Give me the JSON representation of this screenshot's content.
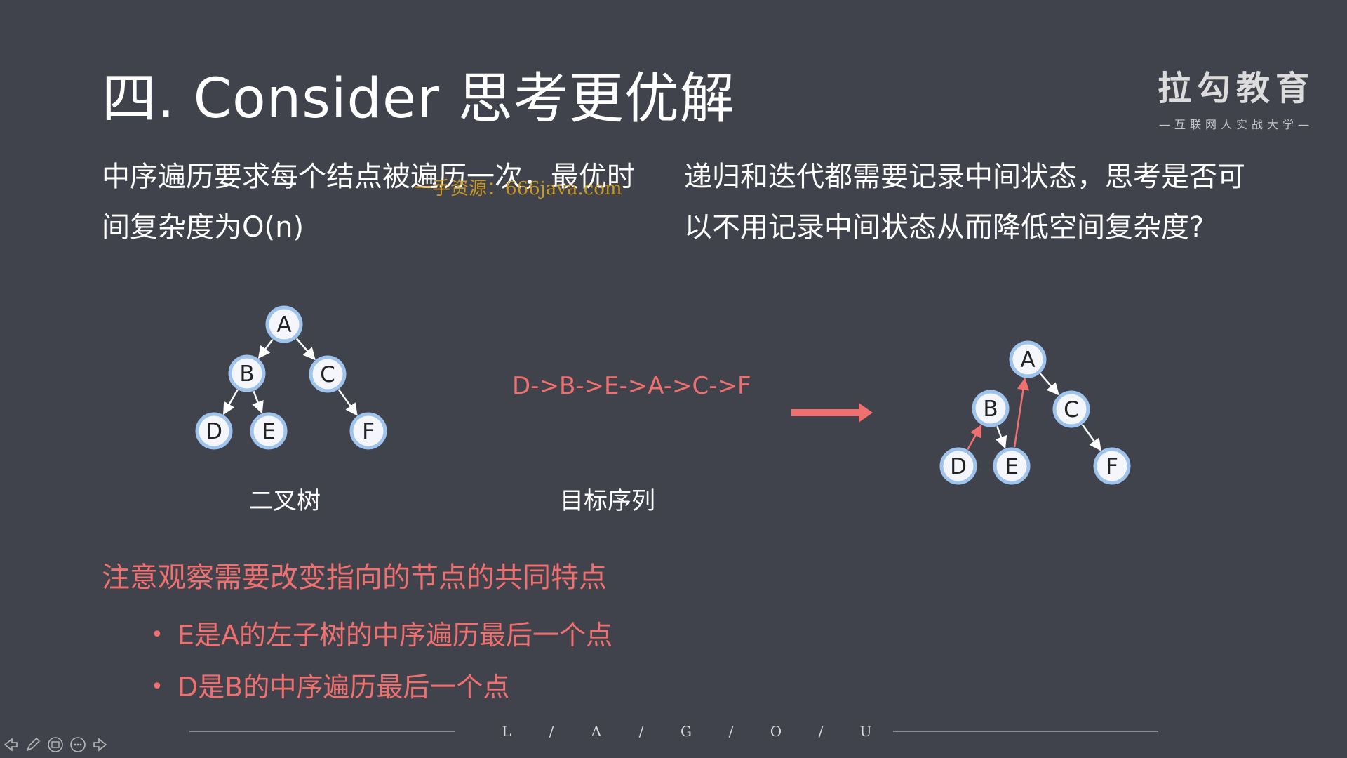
{
  "slide": {
    "title": "四. Consider 思考更优解"
  },
  "logo": {
    "main": "拉勾教育",
    "sub": "—互联网人实战大学—"
  },
  "paragraphs": {
    "left": "中序遍历要求每个结点被遍历一次，最优时间复杂度为O(n)",
    "right": "递归和迭代都需要记录中间状态，思考是否可以不用记录中间状态从而降低空间复杂度?"
  },
  "watermark": "一手资源：666java.com",
  "tree_left": {
    "nodes": [
      "A",
      "B",
      "C",
      "D",
      "E",
      "F"
    ],
    "edges": [
      [
        "A",
        "B"
      ],
      [
        "A",
        "C"
      ],
      [
        "B",
        "D"
      ],
      [
        "B",
        "E"
      ],
      [
        "C",
        "F"
      ]
    ],
    "caption": "二叉树"
  },
  "sequence": {
    "text": "D->B->E->A->C->F",
    "caption": "目标序列"
  },
  "tree_right": {
    "nodes": [
      "A",
      "B",
      "C",
      "D",
      "E",
      "F"
    ],
    "normal_edges": [
      [
        "A",
        "C"
      ],
      [
        "B",
        "E"
      ],
      [
        "C",
        "F"
      ]
    ],
    "changed_edges": [
      [
        "D",
        "B"
      ],
      [
        "E",
        "A"
      ]
    ]
  },
  "notes": {
    "title": "注意观察需要改变指向的节点的共同特点",
    "bullets": [
      "E是A的左子树的中序遍历最后一个点",
      "D是B的中序遍历最后一个点"
    ]
  },
  "footer": {
    "letters": [
      "L",
      "/",
      "A",
      "/",
      "G",
      "/",
      "O",
      "/",
      "U"
    ]
  },
  "toolbar": {
    "icons": [
      "arrow-left-icon",
      "pen-icon",
      "slide-view-icon",
      "more-icon",
      "arrow-right-icon"
    ]
  },
  "colors": {
    "background": "#40424c",
    "accent_red": "#f07070",
    "node_fill": "#f4f6fb",
    "node_ring": "#9ec3ec",
    "watermark": "#d6a020"
  }
}
